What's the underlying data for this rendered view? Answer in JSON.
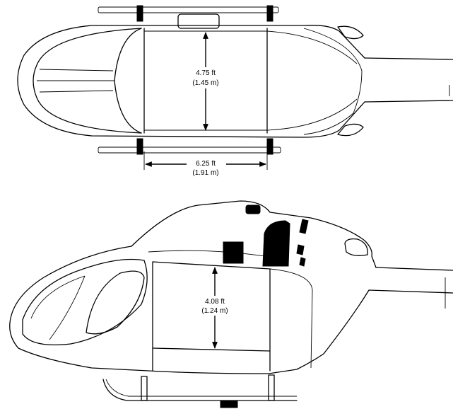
{
  "top_view": {
    "height_dimension": {
      "imperial": "4.75 ft",
      "metric": "(1.45 m)"
    },
    "width_dimension": {
      "imperial": "6.25 ft",
      "metric": "(1.91 m)"
    }
  },
  "side_view": {
    "height_dimension": {
      "imperial": "4.08 ft",
      "metric": "(1.24 m)"
    }
  }
}
